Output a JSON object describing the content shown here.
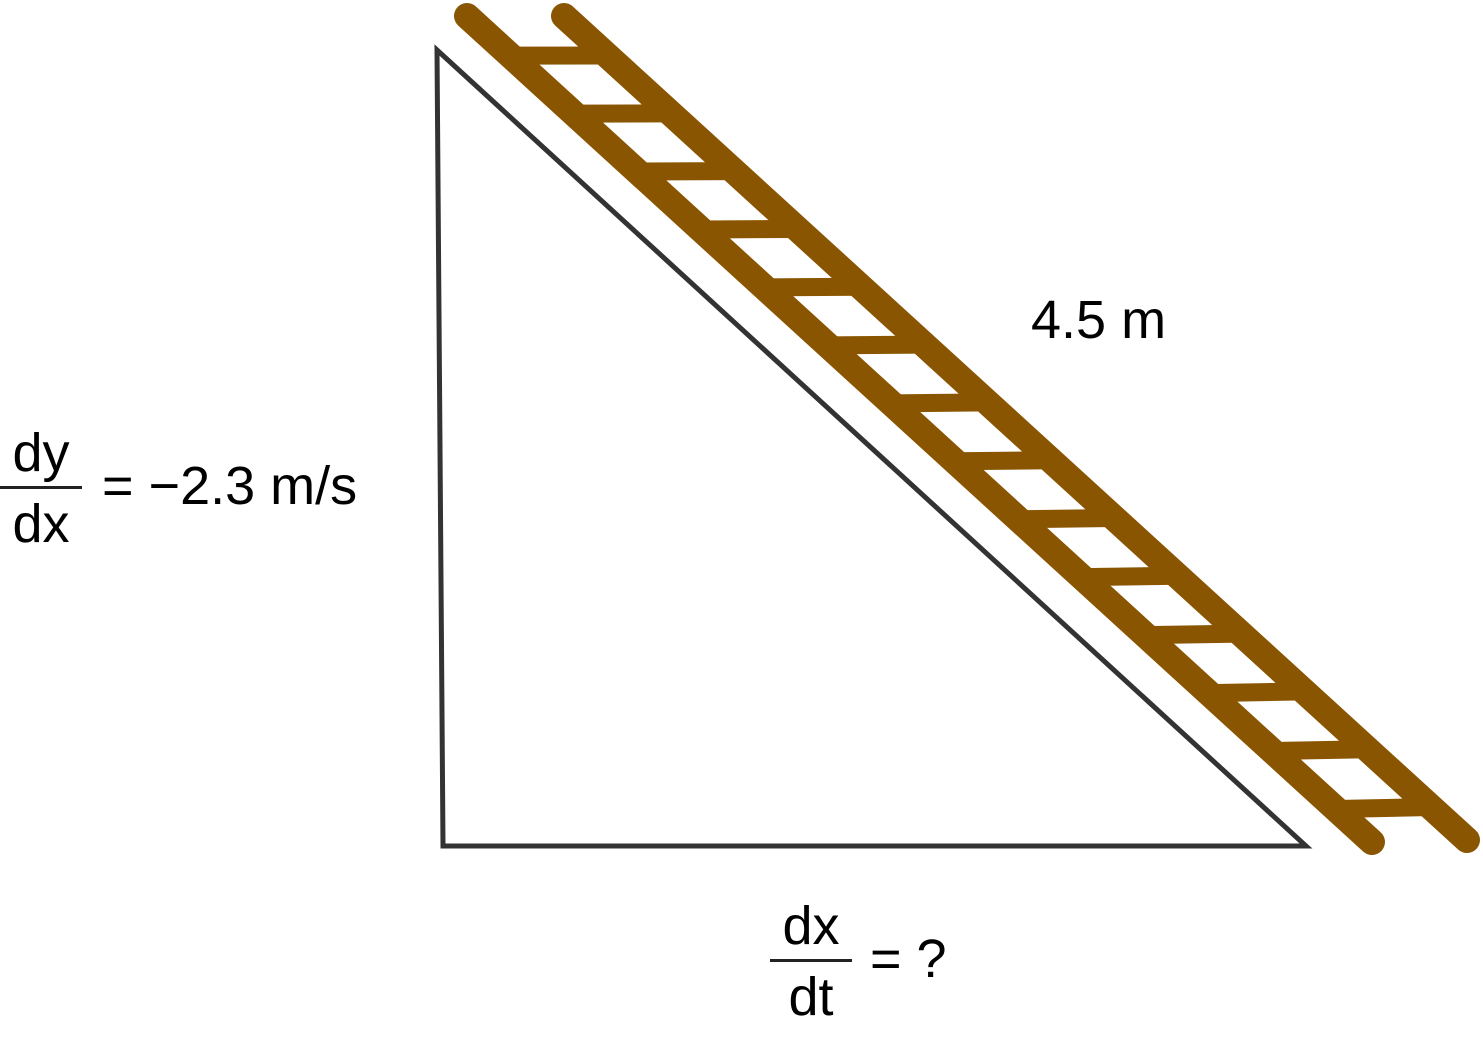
{
  "ladder": {
    "length_label": "4.5 m",
    "color": "#8a5500"
  },
  "triangle": {
    "stroke_color": "#333333"
  },
  "vertical_rate": {
    "numerator": "dy",
    "denominator": "dx",
    "rhs": "= −2.3 m/s"
  },
  "horizontal_rate": {
    "numerator": "dx",
    "denominator": "dt",
    "rhs": "= ?"
  }
}
